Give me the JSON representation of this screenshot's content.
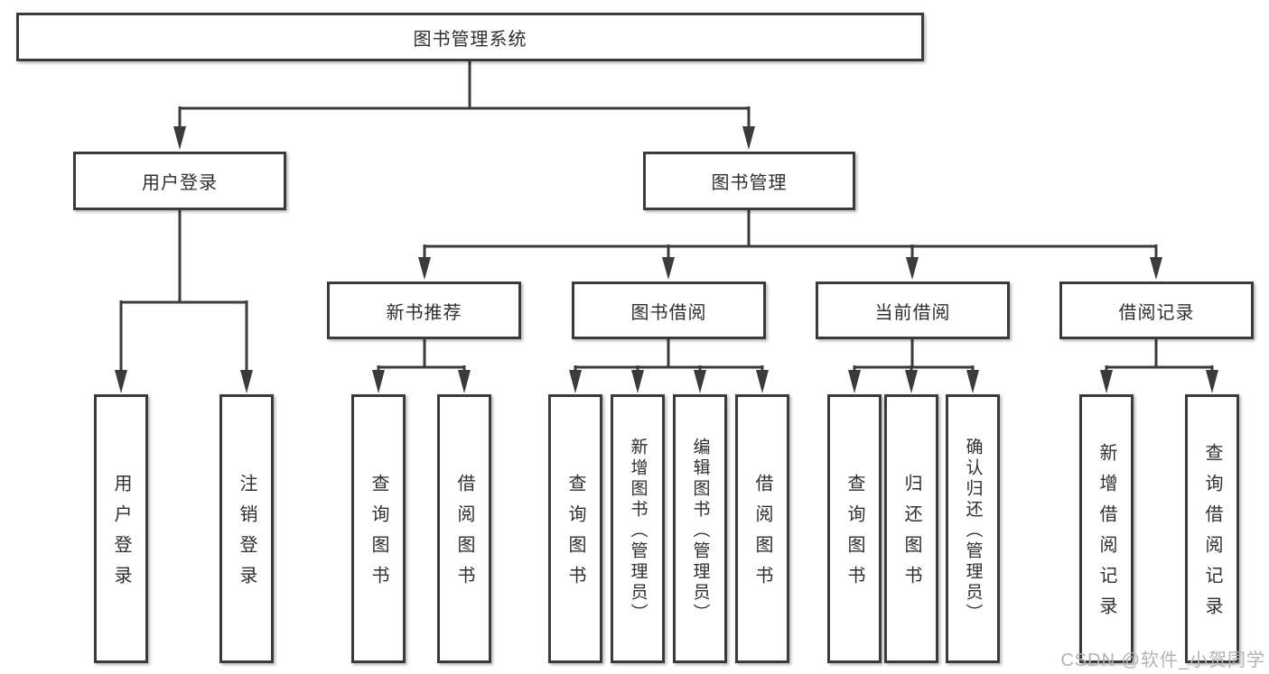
{
  "diagram": {
    "title": "图书管理系统",
    "level2": [
      {
        "label": "用户登录"
      },
      {
        "label": "图书管理"
      }
    ],
    "level3": [
      {
        "label": "新书推荐",
        "parent": "图书管理"
      },
      {
        "label": "图书借阅",
        "parent": "图书管理"
      },
      {
        "label": "当前借阅",
        "parent": "图书管理"
      },
      {
        "label": "借阅记录",
        "parent": "图书管理"
      }
    ],
    "leaves": [
      {
        "label": "用户登录",
        "parent": "用户登录"
      },
      {
        "label": "注销登录",
        "parent": "用户登录"
      },
      {
        "label": "查询图书",
        "parent": "新书推荐"
      },
      {
        "label": "借阅图书",
        "parent": "新书推荐"
      },
      {
        "label": "查询图书",
        "parent": "图书借阅"
      },
      {
        "label": "新增图书（管理员）",
        "parent": "图书借阅"
      },
      {
        "label": "编辑图书（管理员）",
        "parent": "图书借阅"
      },
      {
        "label": "借阅图书",
        "parent": "图书借阅"
      },
      {
        "label": "查询图书",
        "parent": "当前借阅"
      },
      {
        "label": "归还图书",
        "parent": "当前借阅"
      },
      {
        "label": "确认归还（管理员）",
        "parent": "当前借阅"
      },
      {
        "label": "新增借阅记录",
        "parent": "借阅记录"
      },
      {
        "label": "查询借阅记录",
        "parent": "借阅记录"
      }
    ]
  },
  "watermark": {
    "text": "CSDN @软件_小贺同学"
  },
  "colors": {
    "line": "#3b3b3b",
    "text": "#2f2f2f",
    "node_background": "#ffffff",
    "background": "#ffffff",
    "watermark": "#b3b3b3"
  }
}
